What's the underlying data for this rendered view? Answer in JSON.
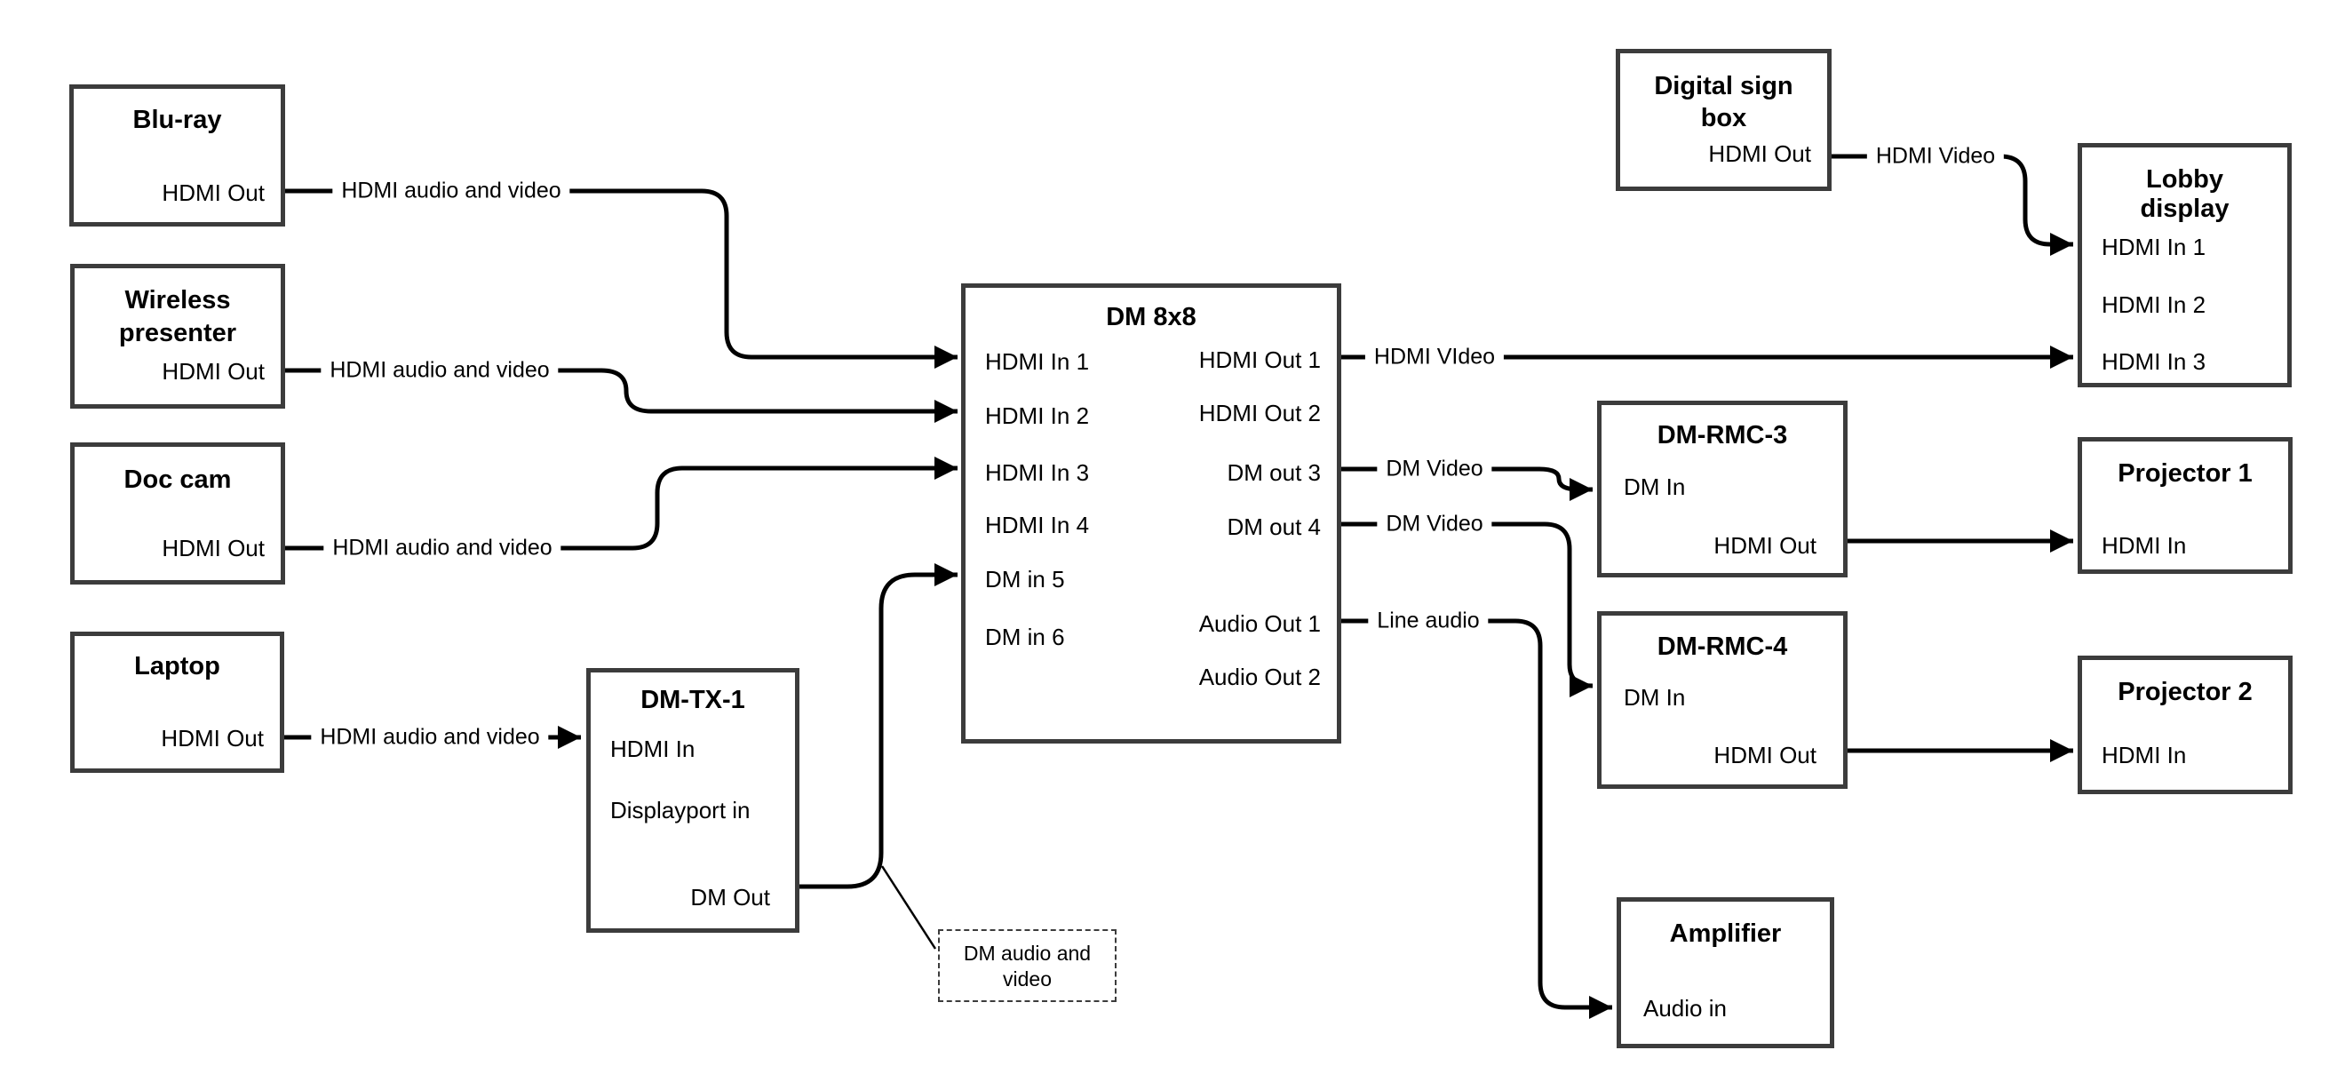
{
  "nodes": {
    "bluray": {
      "title": "Blu-ray",
      "hdmi_out": "HDMI Out"
    },
    "wireless_presenter": {
      "title": "Wireless presenter",
      "hdmi_out": "HDMI Out"
    },
    "doc_cam": {
      "title": "Doc cam",
      "hdmi_out": "HDMI Out"
    },
    "laptop": {
      "title": "Laptop",
      "hdmi_out": "HDMI Out"
    },
    "dm_tx_1": {
      "title": "DM-TX-1",
      "hdmi_in": "HDMI In",
      "displayport_in": "Displayport in",
      "dm_out": "DM Out"
    },
    "dm_8x8": {
      "title": "DM 8x8",
      "in1": "HDMI In 1",
      "in2": "HDMI In 2",
      "in3": "HDMI In 3",
      "in4": "HDMI In 4",
      "in5": "DM in 5",
      "in6": "DM in 6",
      "out1": "HDMI Out 1",
      "out2": "HDMI Out 2",
      "out3": "DM out 3",
      "out4": "DM out 4",
      "aout1": "Audio Out 1",
      "aout2": "Audio Out 2"
    },
    "digital_sign_box": {
      "title": "Digital sign box",
      "hdmi_out": "HDMI Out"
    },
    "lobby_display": {
      "title": "Lobby display",
      "in1": "HDMI In 1",
      "in2": "HDMI In 2",
      "in3": "HDMI In 3"
    },
    "dm_rmc_3": {
      "title": "DM-RMC-3",
      "dm_in": "DM In",
      "hdmi_out": "HDMI Out"
    },
    "projector_1": {
      "title": "Projector 1",
      "hdmi_in": "HDMI In"
    },
    "dm_rmc_4": {
      "title": "DM-RMC-4",
      "dm_in": "DM In",
      "hdmi_out": "HDMI Out"
    },
    "projector_2": {
      "title": "Projector 2",
      "hdmi_in": "HDMI In"
    },
    "amplifier": {
      "title": "Amplifier",
      "audio_in": "Audio in"
    }
  },
  "wire_labels": {
    "bluray_to_dm": "HDMI audio and video",
    "wireless_to_dm": "HDMI audio and video",
    "doccam_to_dm": "HDMI audio and video",
    "laptop_to_tx": "HDMI audio and video",
    "out1_to_lobby": "HDMI VIdeo",
    "sign_to_lobby": "HDMI Video",
    "out3_to_rmc3": "DM Video",
    "out4_to_rmc4": "DM Video",
    "audio1_to_amp": "Line audio"
  },
  "note": {
    "text": "DM audio and video"
  },
  "colors": {
    "line": "#000000",
    "border": "#3c3c3c",
    "background": "#ffffff"
  }
}
